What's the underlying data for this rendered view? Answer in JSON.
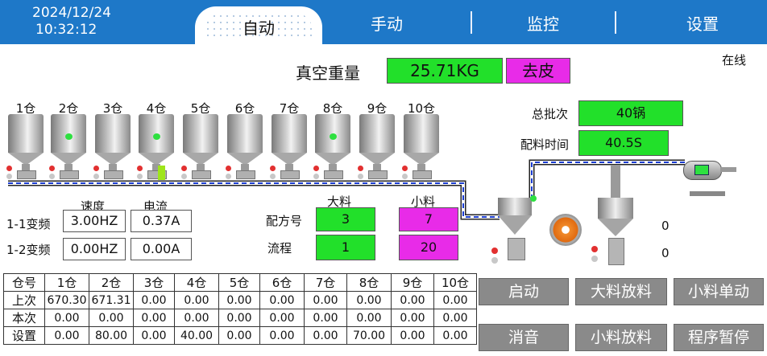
{
  "header": {
    "date": "2024/12/24",
    "time": "10:32:12",
    "tabs": [
      "自动",
      "手动",
      "监控",
      "设置"
    ]
  },
  "status": "在线",
  "vacuum": {
    "label": "真空重量",
    "value": "25.71KG",
    "tare_label": "去皮"
  },
  "silos": [
    "1仓",
    "2仓",
    "3仓",
    "4仓",
    "5仓",
    "6仓",
    "7仓",
    "8仓",
    "9仓",
    "10仓"
  ],
  "batch": {
    "total_label": "总批次",
    "total_value": "40锅",
    "time_label": "配料时间",
    "time_value": "40.5S"
  },
  "inverters": {
    "speed_header": "速度",
    "current_header": "电流",
    "rows": [
      {
        "name": "1-1变频",
        "speed": "3.00HZ",
        "current": "0.37A"
      },
      {
        "name": "1-2变频",
        "speed": "0.00HZ",
        "current": "0.00A"
      }
    ]
  },
  "recipe": {
    "big_header": "大料",
    "small_header": "小料",
    "recipe_label": "配方号",
    "recipe_big": "3",
    "recipe_small": "7",
    "flow_label": "流程",
    "flow_big": "1",
    "flow_small": "20"
  },
  "counts": {
    "a": "0",
    "b": "0"
  },
  "table": {
    "header": [
      "仓号",
      "1仓",
      "2仓",
      "3仓",
      "4仓",
      "5仓",
      "6仓",
      "7仓",
      "8仓",
      "9仓",
      "10仓"
    ],
    "rows": [
      [
        "上次",
        "670.30",
        "671.31",
        "0.00",
        "0.00",
        "0.00",
        "0.00",
        "0.00",
        "0.00",
        "0.00",
        "0.00"
      ],
      [
        "本次",
        "0.00",
        "0.00",
        "0.00",
        "0.00",
        "0.00",
        "0.00",
        "0.00",
        "0.00",
        "0.00",
        "0.00"
      ],
      [
        "设置",
        "0.00",
        "80.00",
        "0.00",
        "40.00",
        "0.00",
        "0.00",
        "0.00",
        "70.00",
        "0.00",
        "0.00"
      ]
    ]
  },
  "buttons": {
    "start": "启动",
    "big_release": "大料放料",
    "small_single": "小料单动",
    "mute": "消音",
    "small_release": "小料放料",
    "pause": "程序暂停"
  },
  "colors": {
    "header": "#1e78c8",
    "value_green": "#22e02a",
    "value_magenta": "#e82be8",
    "button_gray": "#8a8a8a"
  }
}
